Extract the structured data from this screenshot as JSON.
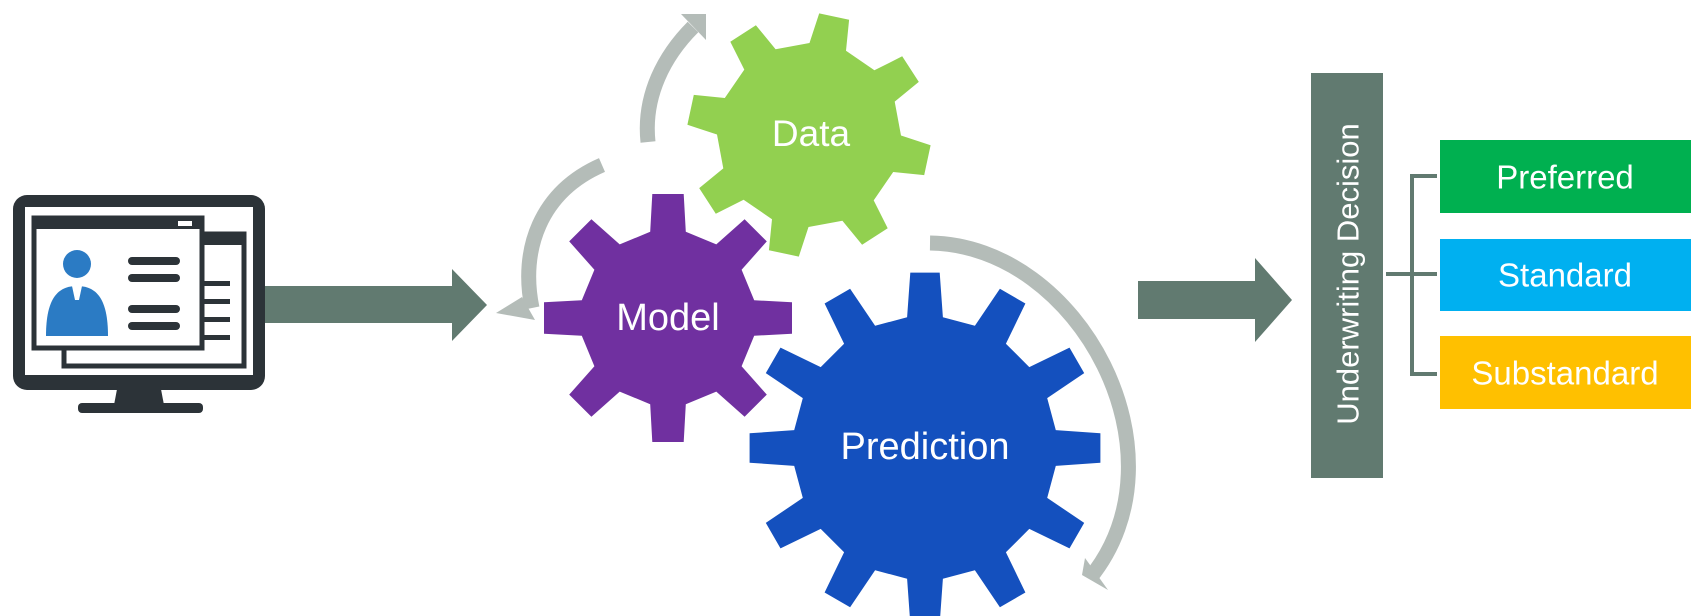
{
  "gears": {
    "data": "Data",
    "model": "Model",
    "prediction": "Prediction"
  },
  "decision": {
    "title": "Underwriting Decision",
    "options": [
      "Preferred",
      "Standard",
      "Substandard"
    ]
  },
  "colors": {
    "data_gear": "#92d050",
    "model_gear": "#7030a0",
    "prediction_gear": "#1450be",
    "arrow": "#617a70",
    "cycle_arrow": "#b4bcb8",
    "decision_bar": "#617a70",
    "preferred": "#00b050",
    "standard": "#00b0f0",
    "substandard": "#ffc000",
    "monitor_frame": "#2c3338",
    "person": "#2b7bc4"
  },
  "icons": {
    "applicant": "computer-monitor-profile-icon"
  }
}
